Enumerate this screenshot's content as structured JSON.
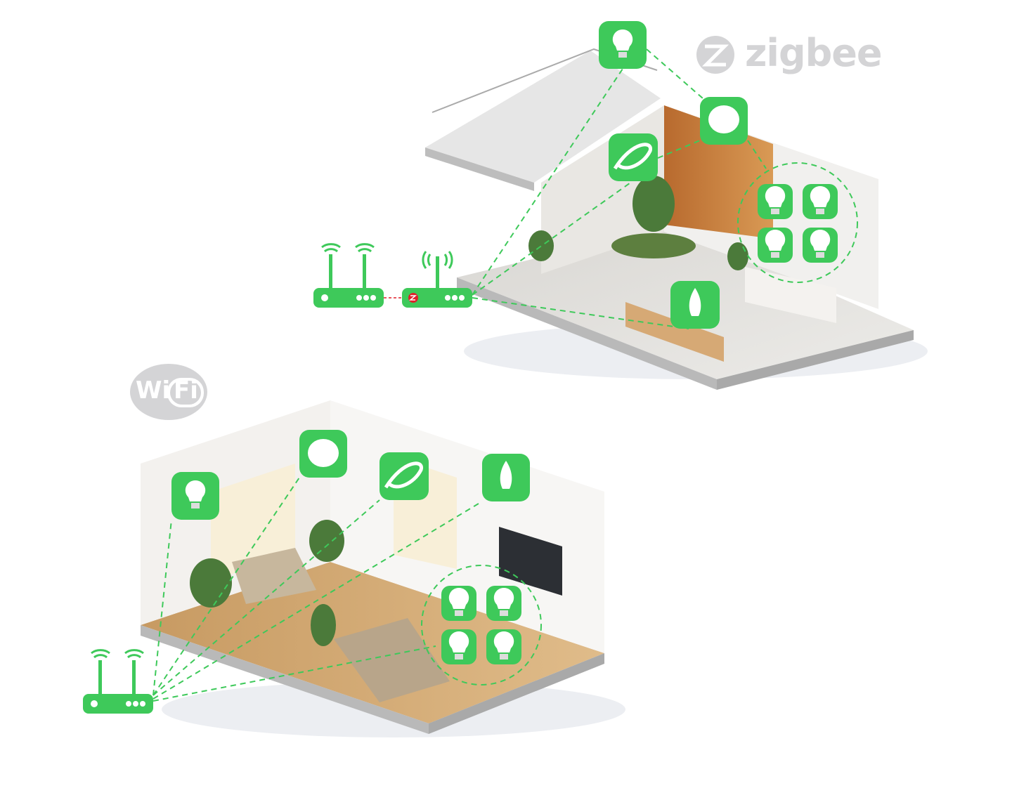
{
  "logos": {
    "zigbee": "zigbee",
    "wifi_left": "Wi",
    "wifi_right": "Fi"
  },
  "colors": {
    "accent": "#3ec95a",
    "logo_gray": "#d4d4d6",
    "zigbee_badge": "#e0202a"
  },
  "scenes": [
    {
      "name": "zigbee-scene",
      "devices": [
        "bulb-icon",
        "downlight-icon",
        "led-strip-icon",
        "bulb-group-icon",
        "candle-bulb-icon"
      ],
      "hubs": [
        "wifi-router-icon",
        "zigbee-hub-icon"
      ]
    },
    {
      "name": "wifi-scene",
      "devices": [
        "bulb-icon",
        "downlight-icon",
        "led-strip-icon",
        "candle-bulb-icon",
        "bulb-group-icon"
      ],
      "hubs": [
        "wifi-router-icon"
      ]
    }
  ]
}
